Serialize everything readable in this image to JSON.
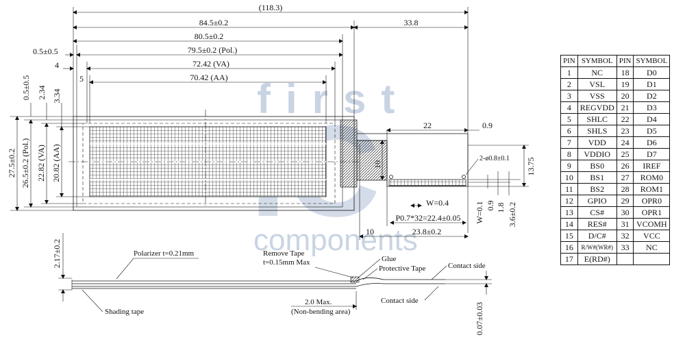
{
  "watermark": {
    "line1": "first",
    "line2": "IC",
    "line3": "components"
  },
  "dimensions": {
    "overall_width": "(118.3)",
    "glass_width": "84.5±0.2",
    "width_80_5": "80.5±0.2",
    "polarizer_width": "79.5±0.2 (Pol.)",
    "va_width": "72.42 (VA)",
    "aa_width": "70.42 (AA)",
    "fpc_length": "33.8",
    "offset_0_5": "0.5±0.5",
    "offset_4": "4",
    "offset_5": "5",
    "top_0_5": "0.5±0.5",
    "top_2_34": "2.34",
    "top_3_34": "3.34",
    "glass_height": "27.5±0.2",
    "pol_height": "26.5±0.2 (Pol.)",
    "va_height": "22.82 (VA)",
    "aa_height": "20.82 (AA)",
    "fpc_22": "22",
    "fpc_0_9": "0.9",
    "hole_note": "2-ø0.8±0.1",
    "fpc_10_vertical": "10",
    "fpc_13_75": "13.75",
    "pin_w": "W=0.4",
    "pitch": "P0.7*32=22.4±0.05",
    "w_0_1": "W=0.1",
    "dim_0_9_v": "0.9",
    "dim_1_8": "1.8",
    "dim_3_6": "3.6±0.2",
    "fpc_10_horizontal": "10",
    "fpc_23_8": "23.8±0.2",
    "thickness": "2.17±0.2",
    "fpc_thickness": "0.07±0.03"
  },
  "side_labels": {
    "polarizer": "Polarizer t=0.21mm",
    "remove_tape_1": "Remove Tape",
    "remove_tape_2": "t=0.15mm Max",
    "glue": "Glue",
    "protective_tape": "Protective Tape",
    "contact_side_top": "Contact side",
    "contact_side_bottom": "Contact side",
    "shading_tape": "Shading tape",
    "non_bending_1": "2.0 Max.",
    "non_bending_2": "(Non-bending area)"
  },
  "pin_table": {
    "headers": [
      "PIN",
      "SYMBOL",
      "PIN",
      "SYMBOL"
    ],
    "rows": [
      [
        "1",
        "NC",
        "18",
        "D0"
      ],
      [
        "2",
        "VSL",
        "19",
        "D1"
      ],
      [
        "3",
        "VSS",
        "20",
        "D2"
      ],
      [
        "4",
        "REGVDD",
        "21",
        "D3"
      ],
      [
        "5",
        "SHLC",
        "22",
        "D4"
      ],
      [
        "6",
        "SHLS",
        "23",
        "D5"
      ],
      [
        "7",
        "VDD",
        "24",
        "D6"
      ],
      [
        "8",
        "VDDIO",
        "25",
        "D7"
      ],
      [
        "9",
        "BS0",
        "26",
        "IREF"
      ],
      [
        "10",
        "BS1",
        "27",
        "ROM0"
      ],
      [
        "11",
        "BS2",
        "28",
        "ROM1"
      ],
      [
        "12",
        "GPIO",
        "29",
        "OPR0"
      ],
      [
        "13",
        "CS#",
        "30",
        "OPR1"
      ],
      [
        "14",
        "RES#",
        "31",
        "VCOMH"
      ],
      [
        "15",
        "D/C#",
        "32",
        "VCC"
      ],
      [
        "16",
        "R/W#(WR#)",
        "33",
        "NC"
      ],
      [
        "17",
        "E(RD#)",
        "",
        ""
      ]
    ]
  }
}
